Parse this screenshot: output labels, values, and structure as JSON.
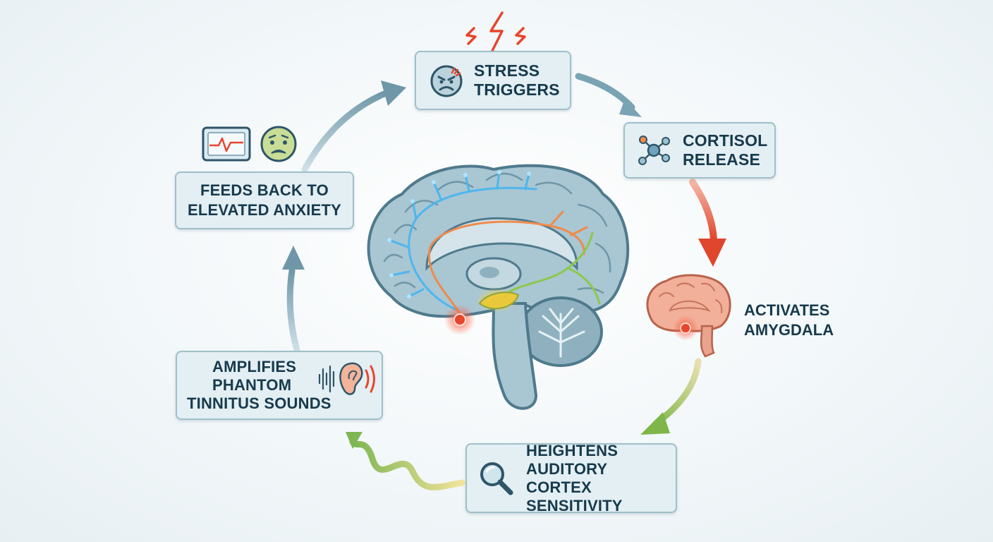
{
  "nodes": {
    "stress_triggers": {
      "line1": "STRESS",
      "line2": "TRIGGERS"
    },
    "cortisol_release": {
      "line1": "CORTISOL",
      "line2": "RELEASE"
    },
    "activates_amygdala": {
      "line1": "ACTIVATES",
      "line2": "AMYGDALA"
    },
    "heightens_auditory": {
      "line1": "HEIGHTENS",
      "line2": "AUDITORY CORTEX",
      "line3": "SENSITIVITY"
    },
    "amplifies_tinnitus": {
      "line1": "AMPLIFIES",
      "line2": "PHANTOM",
      "line3": "TINNITUS SOUNDS"
    },
    "feeds_back": {
      "line1": "FEEDS BACK TO",
      "line2": "ELEVATED ANXIETY"
    }
  },
  "icons": {
    "stress": "angry-face-icon",
    "lightning": "lightning-bolt-icon",
    "cortisol": "molecule-icon",
    "amygdala": "small-brain-amygdala-icon",
    "auditory": "magnifying-glass-icon",
    "tinnitus": "ear-soundwave-icon",
    "anxiety": [
      "heart-monitor-icon",
      "anxious-face-icon"
    ],
    "center": "brain-cross-section-icon"
  },
  "colors": {
    "box_fill": "#e3eff3",
    "box_border": "#9fbfca",
    "text": "#173a4c",
    "arrow_blue": "#6f97a8",
    "arrow_red": "#e05a3c",
    "arrow_green": "#8cbf55",
    "alert_red": "#e8452c"
  }
}
